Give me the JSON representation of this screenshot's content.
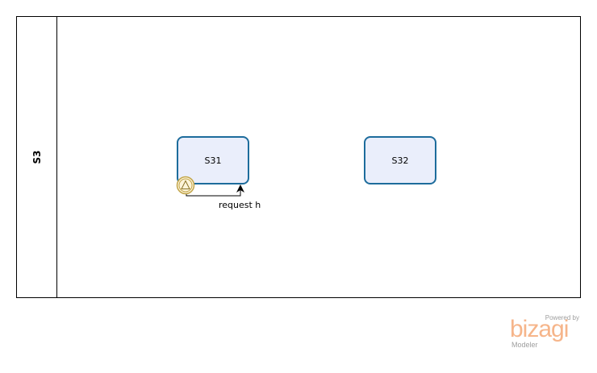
{
  "diagram": {
    "lane_title": "S3",
    "tasks": [
      {
        "id": "s31",
        "label": "S31"
      },
      {
        "id": "s32",
        "label": "S32"
      }
    ],
    "boundary_event": {
      "attached_to": "S31",
      "type": "escalation",
      "icon": "escalation-triangle-icon"
    },
    "flows": [
      {
        "from": "boundary-event",
        "to": "S31",
        "label": "request h"
      }
    ],
    "colors": {
      "task_border": "#1d6c9c",
      "task_fill": "#eaeefb",
      "event_border": "#c2a54a",
      "event_fill": "#fdf4d9",
      "brand": "#f6b58a"
    }
  },
  "branding": {
    "powered_by": "Powered by",
    "name": "bizagi",
    "product": "Modeler"
  }
}
